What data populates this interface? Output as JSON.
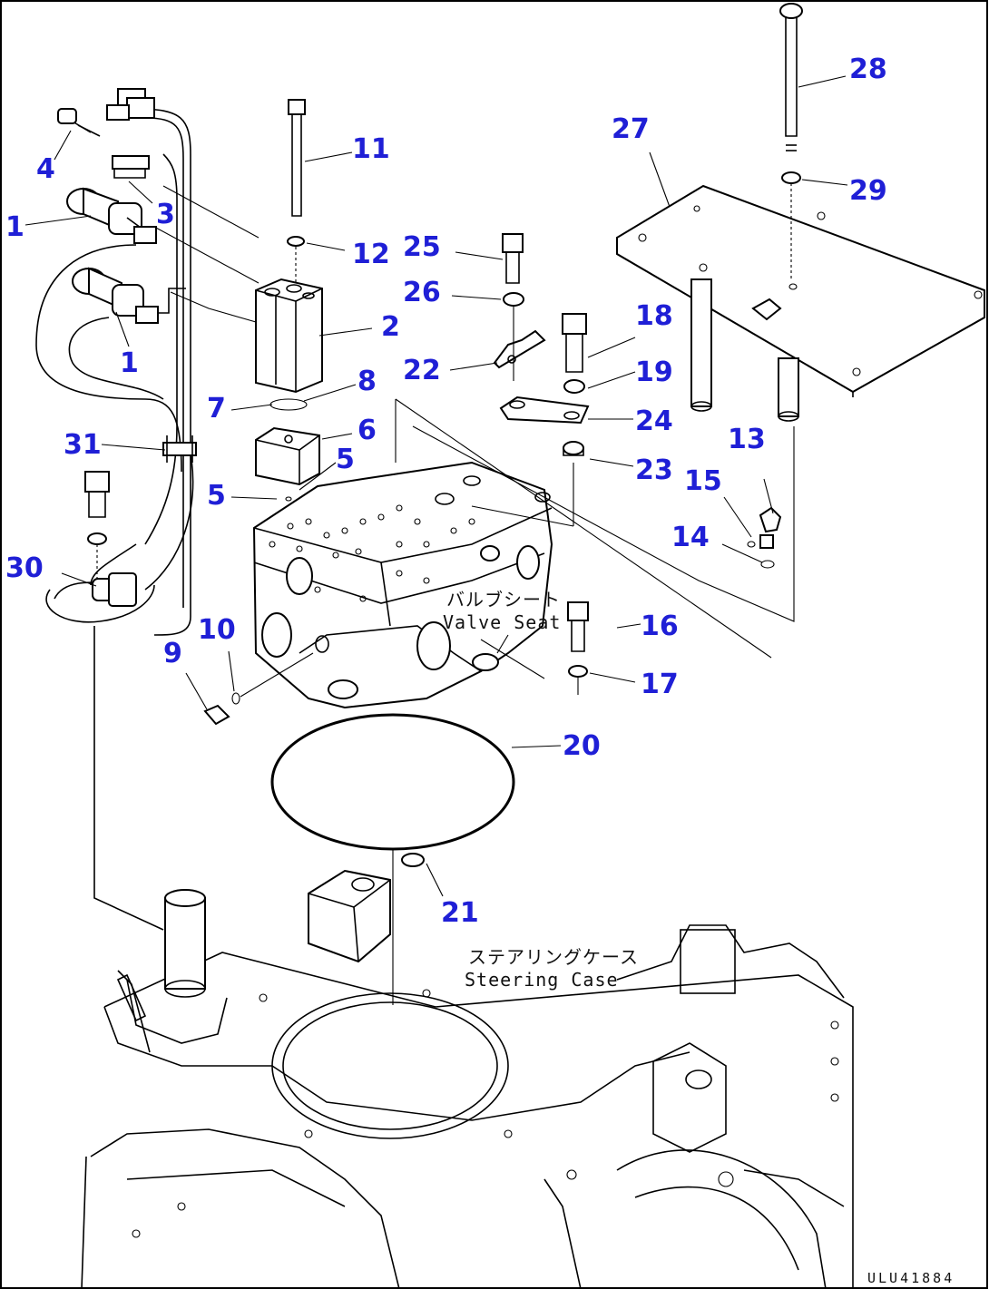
{
  "callouts": [
    {
      "id": "c1a",
      "label": "1"
    },
    {
      "id": "c1b",
      "label": "1"
    },
    {
      "id": "c2",
      "label": "2"
    },
    {
      "id": "c3",
      "label": "3"
    },
    {
      "id": "c4",
      "label": "4"
    },
    {
      "id": "c5a",
      "label": "5"
    },
    {
      "id": "c5b",
      "label": "5"
    },
    {
      "id": "c6",
      "label": "6"
    },
    {
      "id": "c7",
      "label": "7"
    },
    {
      "id": "c8",
      "label": "8"
    },
    {
      "id": "c9",
      "label": "9"
    },
    {
      "id": "c10",
      "label": "10"
    },
    {
      "id": "c11",
      "label": "11"
    },
    {
      "id": "c12",
      "label": "12"
    },
    {
      "id": "c13",
      "label": "13"
    },
    {
      "id": "c14",
      "label": "14"
    },
    {
      "id": "c15",
      "label": "15"
    },
    {
      "id": "c16",
      "label": "16"
    },
    {
      "id": "c17",
      "label": "17"
    },
    {
      "id": "c18",
      "label": "18"
    },
    {
      "id": "c19",
      "label": "19"
    },
    {
      "id": "c20",
      "label": "20"
    },
    {
      "id": "c21",
      "label": "21"
    },
    {
      "id": "c22",
      "label": "22"
    },
    {
      "id": "c23",
      "label": "23"
    },
    {
      "id": "c24",
      "label": "24"
    },
    {
      "id": "c25",
      "label": "25"
    },
    {
      "id": "c26",
      "label": "26"
    },
    {
      "id": "c27",
      "label": "27"
    },
    {
      "id": "c28",
      "label": "28"
    },
    {
      "id": "c29",
      "label": "29"
    },
    {
      "id": "c30",
      "label": "30"
    },
    {
      "id": "c31",
      "label": "31"
    }
  ],
  "annotations": {
    "valve_seat_jp": "バルブシート",
    "valve_seat_en": "Valve Seat",
    "steering_case_jp": "ステアリングケース",
    "steering_case_en": "Steering Case"
  },
  "drawing_code": "ULU41884"
}
